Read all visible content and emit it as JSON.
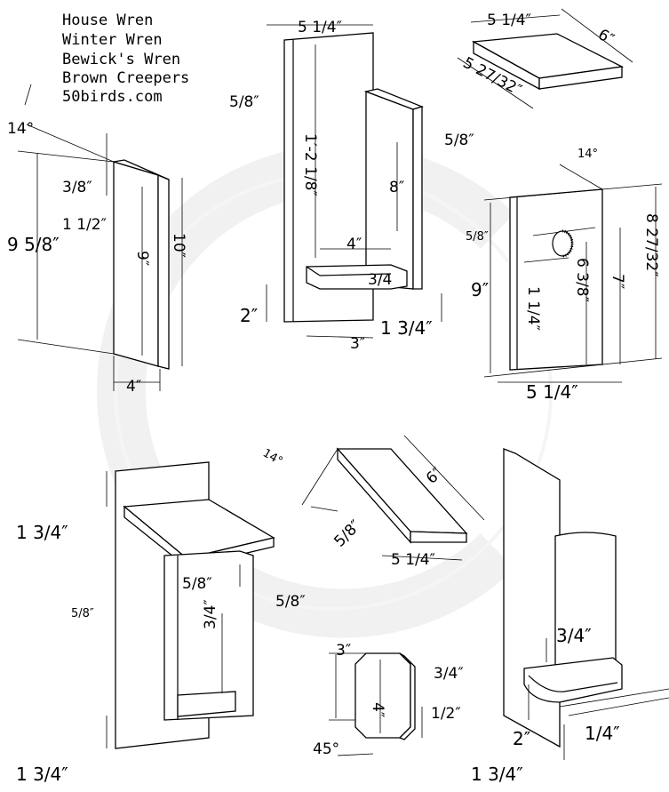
{
  "title_lines": [
    "House Wren",
    "Winter Wren",
    "Bewick's Wren",
    "Brown Creepers",
    "50birds.com"
  ],
  "side_panel": {
    "angle": "14°",
    "top_offset": "3/8″",
    "inset": "1 1/2″",
    "front_height": "9 5/8″",
    "inner_height": "9″",
    "back_height": "10″",
    "width": "4″"
  },
  "back_assembly": {
    "width": "5 1/4″",
    "thickness_left": "5/8″",
    "height": "1′-2 1/8″",
    "thickness_right": "5/8″",
    "front_height": "8″",
    "floor_width": "4″",
    "floor_thickness": "3/4",
    "floor_offset": "2″",
    "depth": "3″",
    "bottom_offset": "1 3/4″"
  },
  "roof_panel": {
    "width": "5 1/4″",
    "depth": "6″",
    "diagonal": "5 27/32″"
  },
  "front_panel": {
    "angle": "14°",
    "thickness": "5/8″",
    "height_left": "9″",
    "hole_offset": "1 1/4″",
    "hole_height": "6 3/8″",
    "inner_height": "7″",
    "height_right": "8 27/32″",
    "width": "5 1/4″"
  },
  "assembly_side": {
    "top_overhang": "1 3/4″",
    "left_thickness": "5/8″",
    "roof_thickness": "5/8″",
    "front_thickness": "5/8″",
    "floor_thickness": "3/4″",
    "bottom_overhang": "1 3/4″"
  },
  "roof_detail": {
    "angle": "14°",
    "depth": "6″",
    "thickness": "5/8″",
    "width": "5 1/4″"
  },
  "floor_detail": {
    "corner": "3″",
    "thickness": "3/4″",
    "height": "4″",
    "bottom": "1/2″",
    "chamfer": "45°"
  },
  "assembly_back": {
    "floor_thickness": "3/4″",
    "floor_offset": "2″",
    "gap": "1/4″",
    "bottom_overhang": "1 3/4″"
  }
}
